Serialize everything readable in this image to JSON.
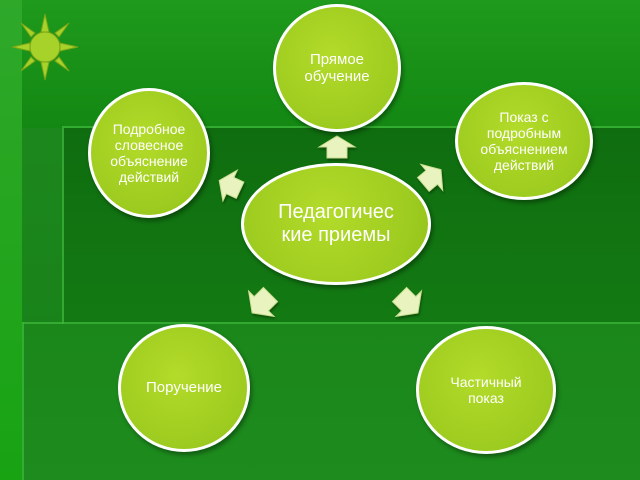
{
  "diagram": {
    "center": "Педагогичес\nкие приемы",
    "nodes": {
      "top": "Прямое\nобучение",
      "top_right": "Показ с\nподробным\nобъяснением\nдействий",
      "bottom_right": "Частичный\nпоказ",
      "bottom_left": "Поручение",
      "top_left": "Подробное\nсловесное\nобъяснение\nдействий"
    }
  },
  "colors": {
    "circle_fill": "#9dcb1f",
    "circle_border": "#ffffff",
    "arrow_fill": "#e8f3c0",
    "background": "#168016"
  },
  "icons": {
    "decoration": "sun-icon"
  }
}
